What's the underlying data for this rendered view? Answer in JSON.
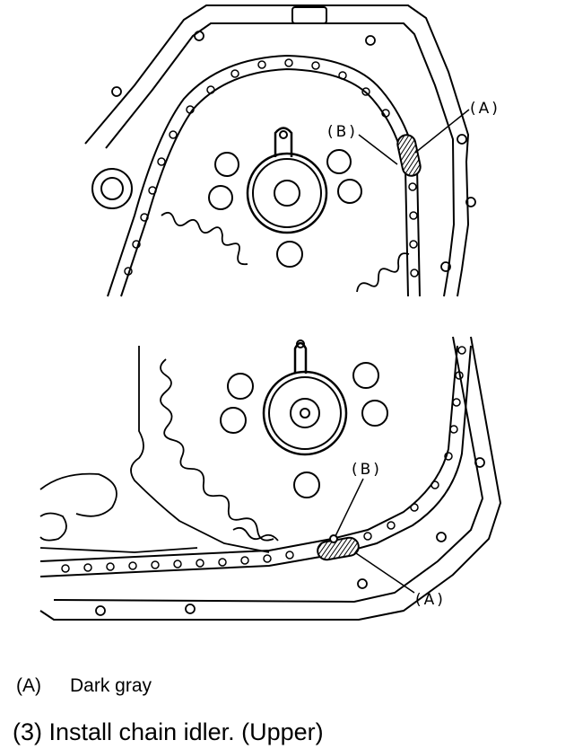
{
  "callouts": {
    "upper_a": "(A)",
    "upper_b": "(B)",
    "lower_a": "(A)",
    "lower_b": "(B)"
  },
  "legend": {
    "key": "(A)",
    "value": "Dark gray"
  },
  "step_text": "(3)  Install chain idler. (Upper)"
}
